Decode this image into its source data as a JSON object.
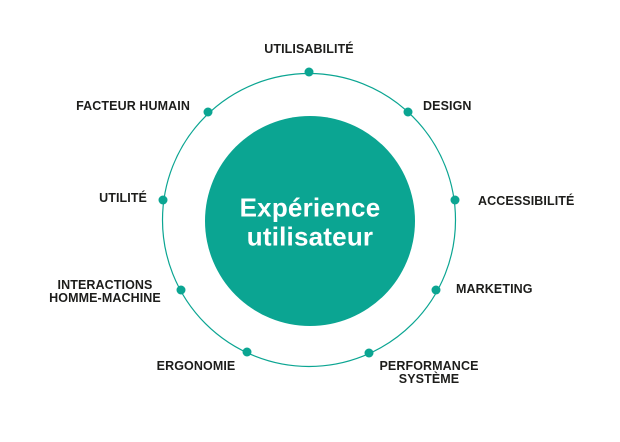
{
  "diagram": {
    "title": "Expérience utilisateur (UX) diagram",
    "center_label": "Expérience\nutilisateur",
    "colors": {
      "accent": "#0BA592",
      "text": "#1D1D1B",
      "center_text": "#FFFFFF",
      "background": "#FFFFFF"
    },
    "items": [
      {
        "label": "UTILISABILITÉ"
      },
      {
        "label": "DESIGN"
      },
      {
        "label": "ACCESSIBILITÉ"
      },
      {
        "label": "MARKETING"
      },
      {
        "label": "PERFORMANCE\nSYSTÈME"
      },
      {
        "label": "ERGONOMIE"
      },
      {
        "label": "INTERACTIONS\nHOMME-MACHINE"
      },
      {
        "label": "UTILITÉ"
      },
      {
        "label": "FACTEUR HUMAIN"
      }
    ]
  }
}
